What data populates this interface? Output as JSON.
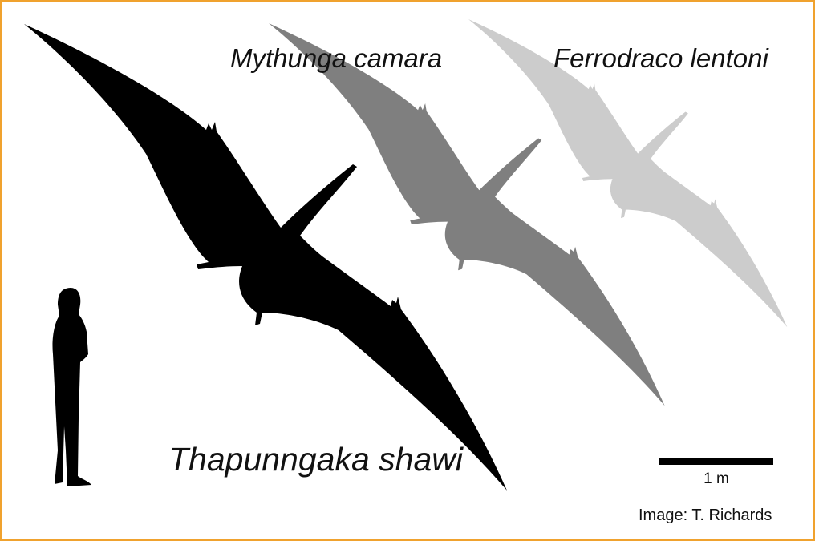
{
  "species": [
    {
      "name": "Thapunngaka shawi",
      "color": "#000000"
    },
    {
      "name": "Mythunga camara",
      "color": "#7f7f7f"
    },
    {
      "name": "Ferrodraco lentoni",
      "color": "#cccccc"
    }
  ],
  "human": {
    "color": "#000000"
  },
  "scale_bar": {
    "label": "1 m"
  },
  "credit": "Image: T. Richards",
  "border_color": "#f0a22e"
}
